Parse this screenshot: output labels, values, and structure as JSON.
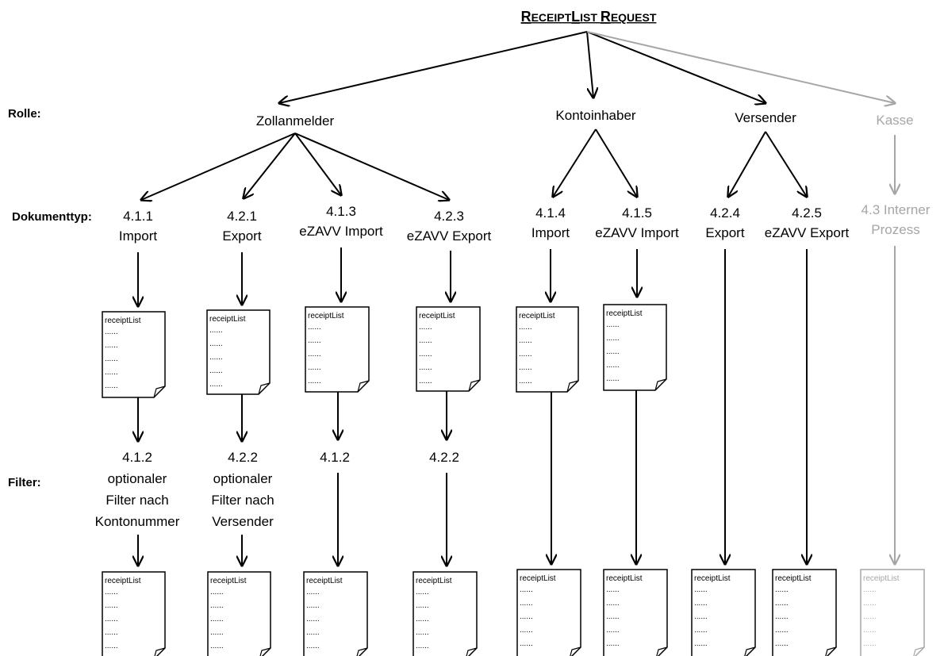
{
  "title": {
    "big1": "R",
    "small1": "ECEIPT",
    "big2": "L",
    "small2": "IST ",
    "big3": "R",
    "small3": "EQUEST"
  },
  "row_labels": {
    "role": "Rolle:",
    "doctype": "Dokumenttyp:",
    "filter": "Filter:"
  },
  "roles": {
    "zollanmelder": "Zollanmelder",
    "kontoinhaber": "Kontoinhaber",
    "versender": "Versender",
    "kasse": "Kasse"
  },
  "doc_types": [
    {
      "num": "4.1.1",
      "name": "Import"
    },
    {
      "num": "4.2.1",
      "name": "Export"
    },
    {
      "num": "4.1.3",
      "name": "eZAVV Import"
    },
    {
      "num": "4.2.3",
      "name": "eZAVV Export"
    },
    {
      "num": "4.1.4",
      "name": "Import"
    },
    {
      "num": "4.1.5",
      "name": "eZAVV Import"
    },
    {
      "num": "4.2.4",
      "name": "Export"
    },
    {
      "num": "4.2.5",
      "name": "eZAVV Export"
    },
    {
      "num": "4.3 Interner",
      "name": "Prozess"
    }
  ],
  "filters": [
    {
      "num": "4.1.2",
      "lines": [
        "optionaler",
        "Filter nach",
        "Kontonummer"
      ]
    },
    {
      "num": "4.2.2",
      "lines": [
        "optionaler",
        "Filter nach",
        "Versender"
      ]
    },
    {
      "num": "4.1.2",
      "lines": []
    },
    {
      "num": "4.2.2",
      "lines": []
    }
  ],
  "document": {
    "header": "receiptList",
    "line": "......"
  },
  "colors": {
    "active": "#000000",
    "inactive": "#a6a6a6"
  }
}
